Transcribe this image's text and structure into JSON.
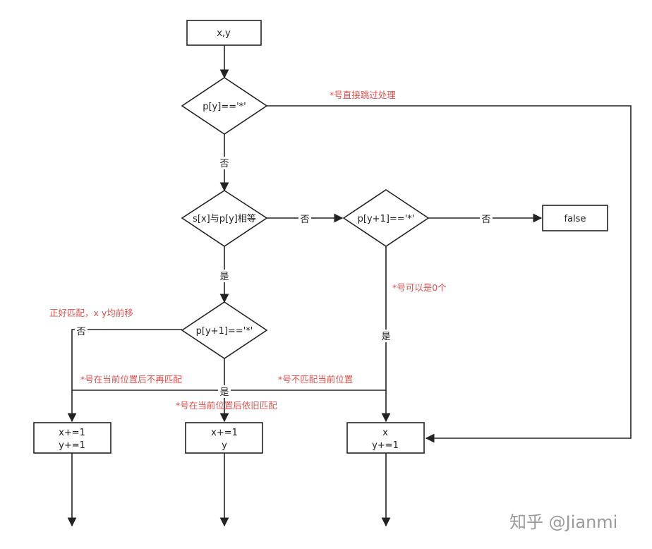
{
  "nodes": {
    "start": "x,y",
    "d1": "p[y]=='*'",
    "d2": "s[x]与p[y]相等",
    "d3": "p[y+1]=='*'",
    "d4": "p[y+1]=='*'",
    "false_box": "false",
    "box_left": [
      "x+=1",
      "y+=1"
    ],
    "box_mid": [
      "x+=1",
      "y"
    ],
    "box_right": [
      "x",
      "y+=1"
    ]
  },
  "edge_labels": {
    "d1_no": "否",
    "d2_no": "否",
    "d3_no": "否",
    "d2_yes": "是",
    "d4_no": "否",
    "d4_yes": "是",
    "d3_yes": "是"
  },
  "notes": {
    "skip": "*号直接跳过处理",
    "zero": "*号可以是0个",
    "exact": "正好匹配，x y均前移",
    "after_no_match": "*号在当前位置后不再匹配",
    "no_match_here": "*号不匹配当前位置",
    "after_match": "*号在当前位置后依旧匹配"
  },
  "watermark": "知乎 @Jianmi",
  "colors": {
    "note": "#d9534f",
    "stroke": "#222222",
    "watermark": "#9a9a9a"
  }
}
